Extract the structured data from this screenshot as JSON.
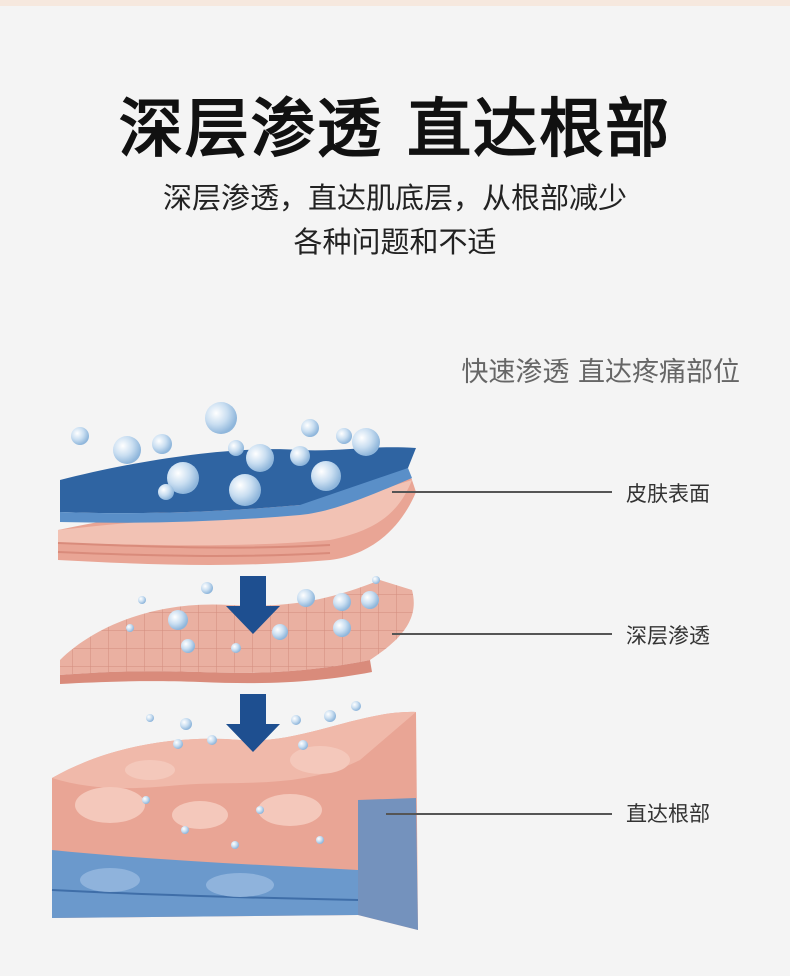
{
  "headline": "深层渗透 直达根部",
  "subtitle_line1": "深层渗透，直达肌底层，从根部减少",
  "subtitle_line2": "各种问题和不适",
  "tagline": "快速渗透 直达疼痛部位",
  "layers": [
    {
      "label": "皮肤表面"
    },
    {
      "label": "深层渗透"
    },
    {
      "label": "直达根部"
    }
  ],
  "colors": {
    "background": "#f4f4f4",
    "skin_pink": "#e9a595",
    "blue_layer": "#2f64a2",
    "bubble": "#a9c9e6",
    "arrow": "#1e4f90"
  }
}
